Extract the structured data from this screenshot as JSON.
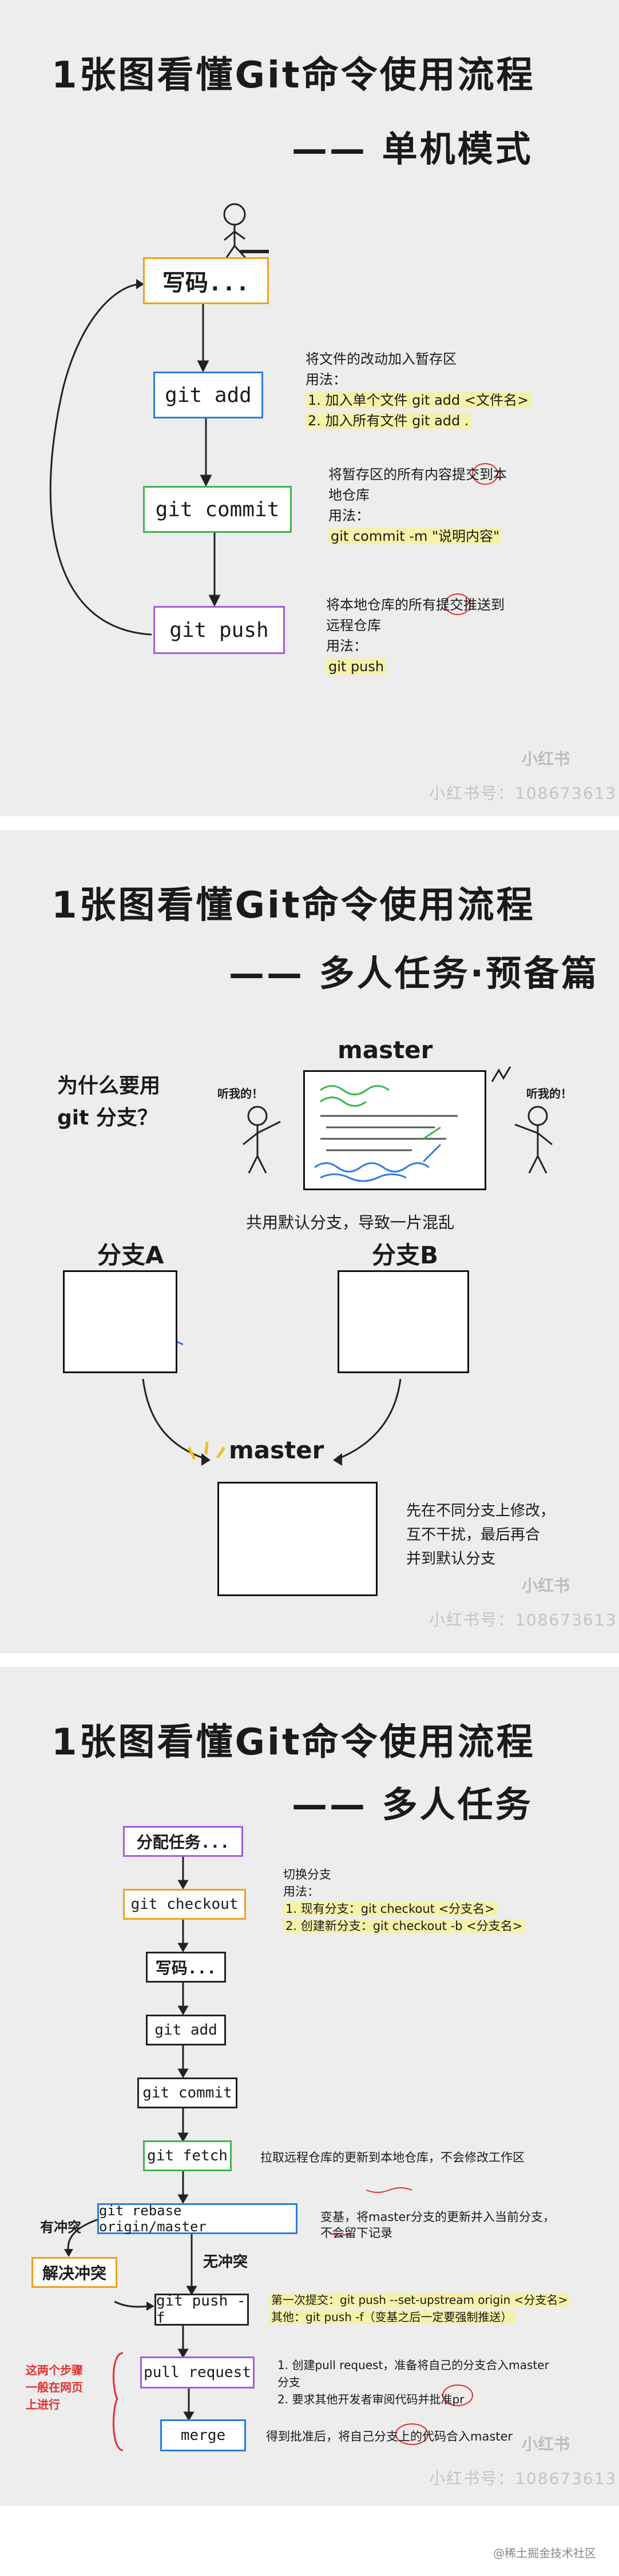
{
  "panel1": {
    "title": "1张图看懂Git命令使用流程",
    "subtitle": "—— 单机模式",
    "boxes": {
      "write": "写码...",
      "add": "git add",
      "commit": "git commit",
      "push": "git push"
    },
    "notes": {
      "add": [
        "将文件的改动加入暂存区",
        "用法：",
        "1. 加入单个文件 git add <文件名>",
        "2. 加入所有文件 git add ."
      ],
      "commit": [
        "将暂存区的所有内容提交到本",
        "地仓库",
        "用法：",
        "git commit -m \"说明内容\""
      ],
      "push": [
        "将本地仓库的所有提交推送到",
        "远程仓库",
        "用法：",
        "git push"
      ]
    },
    "watermark_logo": "小红书",
    "watermark_id": "小红书号：108673613"
  },
  "panel2": {
    "title": "1张图看懂Git命令使用流程",
    "subtitle": "—— 多人任务·预备篇",
    "question": [
      "为什么要用",
      "git 分支？"
    ],
    "master_label": "master",
    "speech_left": "听我的！",
    "speech_right": "听我的！",
    "caption_shared": "共用默认分支，导致一片混乱",
    "branch_a": "分支A",
    "branch_b": "分支B",
    "master_bottom": "master",
    "caption_merge": [
      "先在不同分支上修改，",
      "互不干扰，最后再合",
      "并到默认分支"
    ],
    "watermark_logo": "小红书",
    "watermark_id": "小红书号：108673613"
  },
  "panel3": {
    "title": "1张图看懂Git命令使用流程",
    "subtitle": "—— 多人任务",
    "boxes": {
      "assign": "分配任务...",
      "checkout": "git checkout",
      "write": "写码...",
      "add": "git add",
      "commit": "git commit",
      "fetch": "git fetch",
      "rebase": "git rebase origin/master",
      "resolve": "解决冲突",
      "pushf": "git push -f",
      "pr": "pull request",
      "merge": "merge"
    },
    "labels": {
      "conflict": "有冲突",
      "no_conflict": "无冲突"
    },
    "notes": {
      "checkout": [
        "切换分支",
        "用法：",
        "1. 现有分支：git checkout <分支名>",
        "2. 创建新分支：git checkout -b <分支名>"
      ],
      "fetch": "拉取远程仓库的更新到本地仓库，不会修改工作区",
      "rebase": [
        "变基，将master分支的更新并入当前分支，",
        "不会留下记录"
      ],
      "pushf": [
        "第一次提交：git push --set-upstream origin <分支名>",
        "其他：git push -f（变基之后一定要强制推送）"
      ],
      "pr": [
        "1. 创建pull request，准备将自己的分支合入master",
        "分支",
        "2. 要求其他开发者审阅代码并批准pr"
      ],
      "merge": "得到批准后，将自己分支上的代码合入master"
    },
    "side_note": [
      "这两个步骤",
      "一般在网页",
      "上进行"
    ],
    "watermark_logo": "小红书",
    "watermark_id": "小红书号：108673613"
  },
  "footer": {
    "credit": "@稀土掘金技术社区"
  },
  "colors": {
    "orange": "#f0a020",
    "blue": "#2a7de0",
    "green": "#3bb54a",
    "purple": "#a85be0",
    "black": "#222222",
    "red": "#e03030",
    "highlight": "#f6f1a8"
  }
}
